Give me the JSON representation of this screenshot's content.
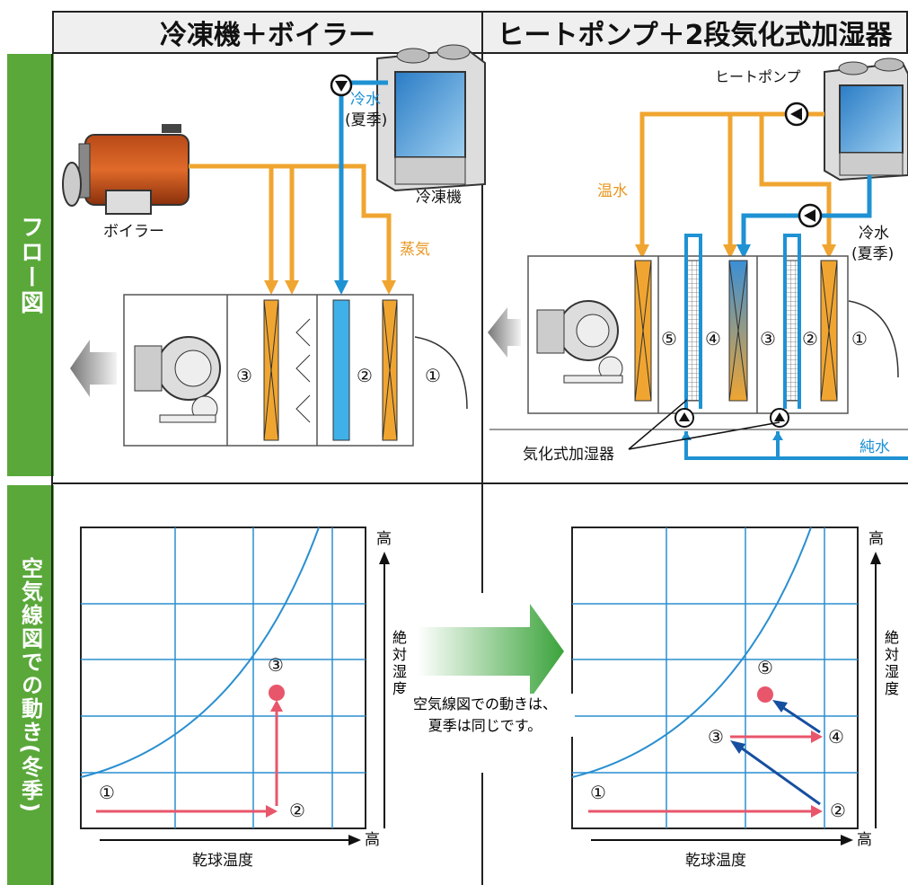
{
  "header": {
    "left_title": "冷凍機＋ボイラー",
    "right_title": "ヒートポンプ＋2段気化式加湿器"
  },
  "side": {
    "flow_label": "フロー図",
    "chart_label": "空気線図での動き(冬季)"
  },
  "left_flow": {
    "boiler": "ボイラー",
    "chiller": "冷凍機",
    "cold_water": "冷水",
    "summer": "(夏季)",
    "steam": "蒸気",
    "n1": "①",
    "n2": "②",
    "n3": "③"
  },
  "right_flow": {
    "heat_pump": "ヒートポンプ",
    "hot_water": "温水",
    "cold_water": "冷水",
    "summer": "(夏季)",
    "pure_water": "純水",
    "humidifier": "気化式加湿器",
    "n1": "①",
    "n2": "②",
    "n3": "③",
    "n4": "④",
    "n5": "⑤"
  },
  "left_chart": {
    "y_high": "高",
    "x_high": "高",
    "y_axis": [
      "絶",
      "対",
      "湿",
      "度"
    ],
    "x_axis": "乾球温度",
    "p1": "①",
    "p2": "②",
    "p3": "③"
  },
  "right_chart": {
    "y_high": "高",
    "x_high": "高",
    "y_axis": [
      "絶",
      "対",
      "湿",
      "度"
    ],
    "x_axis": "乾球温度",
    "p2": "②",
    "p3": "③",
    "p4": "④",
    "p5": "⑤",
    "p1": "①"
  },
  "middle_note": [
    "空気線図での動きは、",
    "夏季は同じです。"
  ],
  "colors": {
    "orange": "#f0a531",
    "blue": "#1e92d3",
    "green": "#5aa83a",
    "red_point": "#e8566b",
    "dark_blue_arrow": "#164fa0"
  }
}
